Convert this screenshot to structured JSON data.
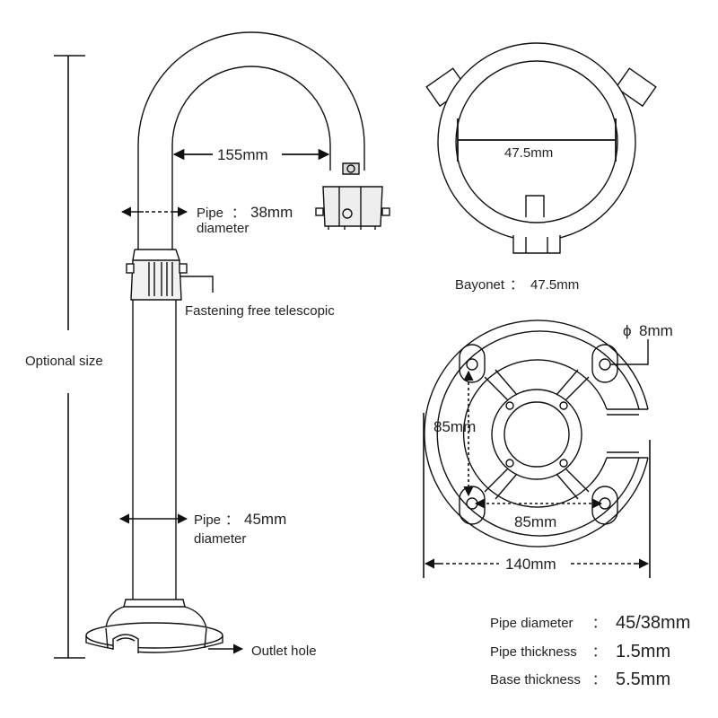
{
  "labels": {
    "optional_size": "Optional size",
    "arch_width": "155mm",
    "pipe_top_label": "Pipe",
    "pipe_top_value": "38mm",
    "pipe_top_sub": "diameter",
    "fastening": "Fastening free telescopic",
    "pipe_bottom_label": "Pipe",
    "pipe_bottom_value": "45mm",
    "pipe_bottom_sub": "diameter",
    "outlet": "Outlet hole",
    "ring_inner": "47.5mm",
    "bayonet_label": "Bayonet",
    "bayonet_value": "47.5mm",
    "hole_dia": "8mm",
    "phi_symbol": "ϕ",
    "base_vert": "85mm",
    "base_horiz": "85mm",
    "base_outer": "140mm",
    "colon": "："
  },
  "specs": [
    {
      "label": "Pipe diameter",
      "value": "45/38mm"
    },
    {
      "label": "Pipe thickness",
      "value": "1.5mm"
    },
    {
      "label": "Base thickness",
      "value": "5.5mm"
    }
  ]
}
